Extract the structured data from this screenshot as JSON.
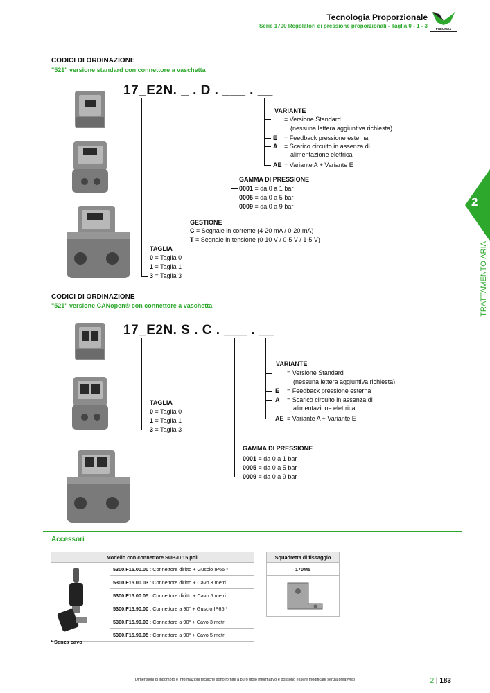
{
  "header": {
    "title": "Tecnologia Proporzionale",
    "subtitle": "Serie 1700 Regolatori di pressione proporzionali - Taglia 0 - 1 - 3",
    "logo_text": "PNEUMAX",
    "brand_color": "#2da82d"
  },
  "side_tab": {
    "number": "2",
    "label": "TRATTAMENTO ARIA"
  },
  "section1": {
    "title": "CODICI DI ORDINAZIONE",
    "subtitle": "\"521\" versione standard con connettore a vaschetta",
    "code": "17_E2N. _ . D . ___ . __",
    "variante": {
      "label": "VARIANTE",
      "options": [
        {
          "key": "",
          "text": "= Versione Standard"
        },
        {
          "key": "",
          "text": "(nessuna lettera aggiuntiva richiesta)"
        },
        {
          "key": "E",
          "text": "= Feedback pressione esterna"
        },
        {
          "key": "A",
          "text": "= Scarico circuito in assenza di"
        },
        {
          "key": "",
          "text": "alimentazione elettrica"
        },
        {
          "key": "AE",
          "text": "= Variante A + Variante E"
        }
      ]
    },
    "gamma": {
      "label": "GAMMA DI PRESSIONE",
      "options": [
        {
          "key": "0001",
          "text": " = da 0 a 1 bar"
        },
        {
          "key": "0005",
          "text": " = da 0 a 5 bar"
        },
        {
          "key": "0009",
          "text": " = da 0 a 9 bar"
        }
      ]
    },
    "gestione": {
      "label": "GESTIONE",
      "options": [
        {
          "key": "C",
          "text": " = Segnale in corrente (4-20 mA / 0-20 mA)"
        },
        {
          "key": "T",
          "text": " = Segnale in tensione (0-10 V / 0-5 V / 1-5 V)"
        }
      ]
    },
    "taglia": {
      "label": "TAGLIA",
      "options": [
        {
          "key": "0",
          "text": " = Taglia 0"
        },
        {
          "key": "1",
          "text": " = Taglia 1"
        },
        {
          "key": "3",
          "text": " = Taglia 3"
        }
      ]
    }
  },
  "section2": {
    "title": "CODICI DI ORDINAZIONE",
    "subtitle": "\"521\" versione CANopen® con connettore a vaschetta",
    "code": "17_E2N. S . C . ___ . __",
    "variante": {
      "label": "VARIANTE",
      "options": [
        {
          "key": "",
          "text": "= Versione Standard"
        },
        {
          "key": "",
          "text": "(nessuna lettera aggiuntiva richiesta)"
        },
        {
          "key": "E",
          "text": "= Feedback pressione esterna"
        },
        {
          "key": "A",
          "text": "= Scarico circuito in assenza di"
        },
        {
          "key": "",
          "text": "alimentazione elettrica"
        },
        {
          "key": "AE",
          "text": "= Variante A + Variante E"
        }
      ]
    },
    "taglia": {
      "label": "TAGLIA",
      "options": [
        {
          "key": "0",
          "text": " = Taglia 0"
        },
        {
          "key": "1",
          "text": " = Taglia 1"
        },
        {
          "key": "3",
          "text": " = Taglia 3"
        }
      ]
    },
    "gamma": {
      "label": "GAMMA DI PRESSIONE",
      "options": [
        {
          "key": "0001",
          "text": " = da 0 a 1 bar"
        },
        {
          "key": "0005",
          "text": " = da 0 a 5 bar"
        },
        {
          "key": "0009",
          "text": " = da 0 a 9 bar"
        }
      ]
    }
  },
  "accessories": {
    "title": "Accessori",
    "table1": {
      "header": "Modello con connettore SUB-D 15 poli",
      "rows": [
        {
          "code": "5300.F15.00.00",
          "desc": " : Connettore diritto + Guscio IP65 *"
        },
        {
          "code": "5300.F15.00.03",
          "desc": " : Connettore diritto + Cavo 3 metri"
        },
        {
          "code": "5300.F15.00.05",
          "desc": " : Connettore diritto + Cavo 5 metri"
        },
        {
          "code": "5300.F15.90.00",
          "desc": " : Connettore a 90° + Guscio IP65 *"
        },
        {
          "code": "5300.F15.90.03",
          "desc": " : Connettore a 90° + Cavo 3 metri"
        },
        {
          "code": "5300.F15.90.05",
          "desc": " : Connettore a 90° + Cavo 5 metri"
        }
      ]
    },
    "table2": {
      "header": "Squadretta di fissaggio",
      "code": "170M5"
    },
    "note": "* Senza cavo"
  },
  "footer": {
    "disclaimer": "Dimensioni di ingombro e informazioni tecniche sono fornite a puro titolo informativo e possono essere modificate senza preavviso",
    "chapter": "2",
    "page": "183"
  }
}
